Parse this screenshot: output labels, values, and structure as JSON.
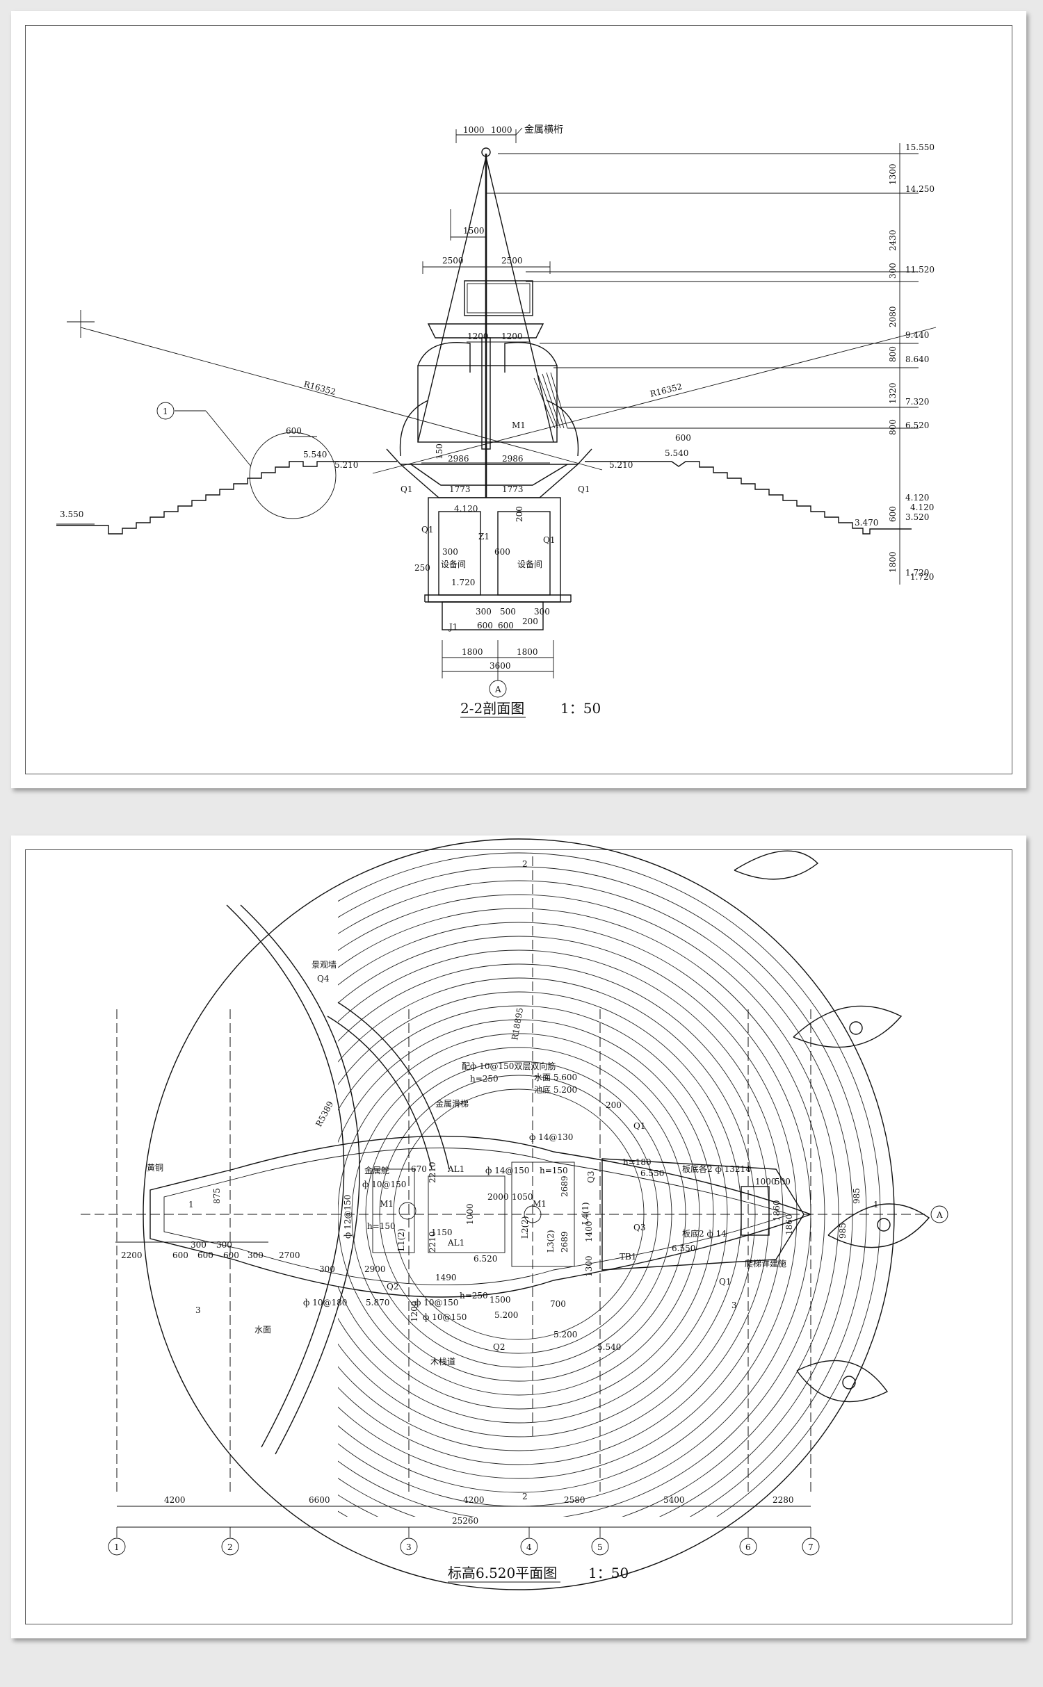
{
  "section": {
    "title": "2-2剖面图",
    "scale": "1：50",
    "note_crossbar": "金属横桁",
    "elevations": [
      "15.550",
      "14.250",
      "11.520",
      "9.440",
      "8.640",
      "7.320",
      "6.520",
      "4.120",
      "3.520",
      "1.720",
      "5.540",
      "5.210",
      "5.540",
      "5.210",
      "3.550",
      "3.470",
      "4.120",
      "1.720"
    ],
    "vertical_dims": [
      "1300",
      "2430",
      "300",
      "2080",
      "800",
      "1320",
      "800",
      "600",
      "1800"
    ],
    "horizontal_dims": [
      "1000",
      "1000",
      "1500",
      "2500",
      "2500",
      "1200",
      "1200",
      "2986",
      "2986",
      "1773",
      "1773",
      "600",
      "600",
      "1800",
      "1800",
      "3600",
      "600",
      "600",
      "600",
      "300",
      "250",
      "200",
      "150",
      "300",
      "500",
      "300",
      "200"
    ],
    "radius_labels": [
      "R16352",
      "R16352"
    ],
    "labels": [
      "M1",
      "Q1",
      "Q1",
      "Q1",
      "Q1",
      "Z1",
      "设备间",
      "设备间",
      "J1"
    ],
    "grid_axis": "A",
    "detail_ref": "1"
  },
  "plan": {
    "title": "标高6.520平面图",
    "scale": "1：50",
    "labels": {
      "landscape_wall": "景观墙",
      "q4": "Q4",
      "radius_big": "R18895",
      "radius_small": "R5389",
      "slab_rebar": "配ф 10@150双层双向筋",
      "slab_h": "h=250",
      "water_surface": "水面 5.600",
      "pool_bottom": "池底 5.200",
      "metal_slide": "金属滑梯",
      "brass": "黄铜",
      "metal_rudder": "金属舵",
      "water": "水面",
      "boardwalk": "木栈道",
      "ladder_note": "爬梯详建施",
      "plate_bottom_1": "板底各2 ф 13214",
      "plate_bottom_2": "板底2 ф 14",
      "m1a": "M1",
      "m1b": "M1",
      "al1a": "AL1",
      "al1b": "AL1",
      "q1a": "Q1",
      "q1b": "Q1",
      "q2a": "Q2",
      "q2b": "Q2",
      "q3a": "Q3",
      "q3b": "Q3",
      "tb1": "TB1",
      "l1": "L1(2)",
      "l2": "L2(2)",
      "l3": "L3(2)",
      "l4": "L4(1)",
      "rebar_1": "ф 14@130",
      "rebar_2": "ф 14@150",
      "rebar_3": "ф 10@150",
      "rebar_4": "ф 12@150",
      "rebar_5": "ф 10@180",
      "rebar_6": "ф 10@150",
      "rebar_7": "ф 10@150",
      "h150a": "h=150",
      "h150b": "h=150",
      "h180": "h=180",
      "h250": "h=250",
      "elev_6520": "6.520",
      "elev_6550a": "6.550",
      "elev_6550b": "6.550",
      "elev_5870": "5.870",
      "elev_5200a": "5.200",
      "elev_5200b": "5.200",
      "elev_5540": "5.540",
      "d2210a": "2210",
      "d2210b": "2210",
      "d1000": "1000",
      "d2000": "2000",
      "d1050": "1050",
      "d2689a": "2689",
      "d2689b": "2689",
      "d1400": "1400",
      "d1300": "1300",
      "d1490": "1490",
      "d1150": "1150",
      "d1500": "1500",
      "d1200": "1200",
      "d700": "700",
      "d2900": "2900",
      "d200": "200",
      "d1860a": "1860",
      "d1860b": "1860",
      "d875": "875",
      "d985a": "985",
      "d985b": "985",
      "d670": "670",
      "d1000b": "1000",
      "d500": "500"
    },
    "section_marks": [
      "1",
      "1",
      "2",
      "2"
    ],
    "bottom_dims": [
      "4200",
      "6600",
      "4200",
      "2580",
      "5400",
      "2280"
    ],
    "total_dim": "25260",
    "left_dims": [
      "2200",
      "600",
      "600",
      "300",
      "300",
      "600",
      "300",
      "2700",
      "300"
    ],
    "axes": [
      "1",
      "2",
      "3",
      "4",
      "5",
      "6",
      "7"
    ],
    "side_axis": "A",
    "sub_marks": [
      "3",
      "3"
    ]
  }
}
